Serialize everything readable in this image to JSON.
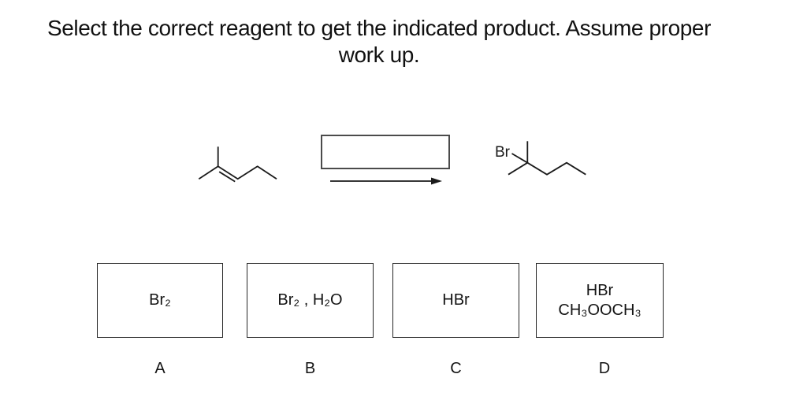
{
  "page": {
    "background": "#ffffff",
    "ink": "#1a1a1a"
  },
  "title": {
    "line1": "Select the correct reagent to get the indicated product. Assume proper",
    "line2": "work up."
  },
  "scheme": {
    "product_br_label": "Br"
  },
  "options": [
    {
      "label": "A",
      "lines": [
        "Br₂"
      ]
    },
    {
      "label": "B",
      "lines": [
        "Br₂ , H₂O"
      ]
    },
    {
      "label": "C",
      "lines": [
        "HBr"
      ]
    },
    {
      "label": "D",
      "lines": [
        "HBr",
        "CH₃OOCH₃"
      ]
    }
  ]
}
